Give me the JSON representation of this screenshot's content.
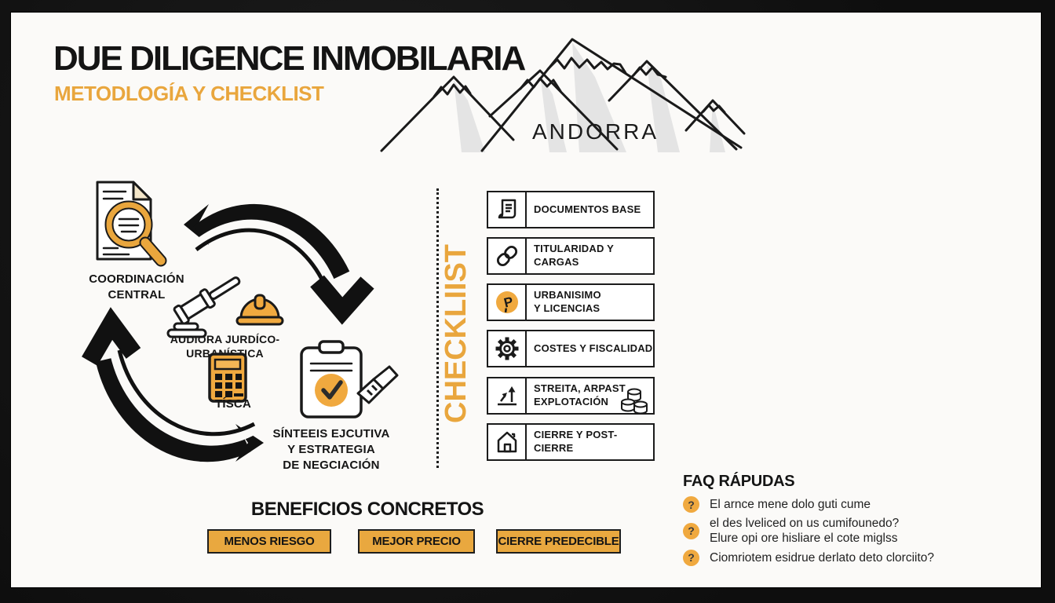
{
  "poster": {
    "title": "DUE DILIGENCE INMOBILARIA",
    "subtitle": "METODLOGÍA Y CHECKLIST",
    "region": "ANDORRA"
  },
  "cycle": {
    "steps": [
      {
        "icon": "document-magnifier-icon",
        "label": "COORDINACIÓN\nCENTRAL"
      },
      {
        "icon": "gavel-icon, hardhat-icon",
        "label": "AUDIORA JURDÍCO-URBANÍSTICA"
      },
      {
        "icon": "calculator-icon",
        "label": "TÍSCA"
      },
      {
        "icon": "clipboard-check-handshake-icon",
        "label": "SÍNTEEIS EJCUTIVA\nY ESTRATEGIA\nDE NEGCIACIÓN"
      }
    ]
  },
  "checklist": {
    "vertical_label": "CHECKLIIST",
    "items": [
      {
        "icon": "scroll-icon",
        "label": "DOCUMENTOS BASE"
      },
      {
        "icon": "chain-icon",
        "label": "TITULARIDAD Y\nCARGAS"
      },
      {
        "icon": "signpost-circle-icon",
        "label": "URBANISIMO\nY LICENCIAS"
      },
      {
        "icon": "gear-icon",
        "label": "COSTES Y FISCALIDAD"
      },
      {
        "icon": "trend-arrows-icon, coins-icon",
        "label": "STREITA, ARPAST\nEXPLOTACIÓN"
      },
      {
        "icon": "house-icon",
        "label": "CIERRE Y POST-CIERRE"
      }
    ]
  },
  "benefits": {
    "title": "BENEFICIOS CONCRETOS",
    "buttons": [
      {
        "label": "MENOS RIESGO"
      },
      {
        "label": "MEJOR PRECIO"
      },
      {
        "label": "CIERRE PREDECIBLE"
      }
    ]
  },
  "faq": {
    "title": "FAQ RÁPUDAS",
    "bullet_glyph": "?",
    "items": [
      {
        "text": "El arnce mene dolo guti cume"
      },
      {
        "text": "el des lveliced on us cumifounedo?\nElure opi ore hisliare el cote miglss"
      },
      {
        "text": "Ciomriotem esidrue derlato deto clorciito?"
      }
    ]
  },
  "colors": {
    "accent_gold": "#E9A63D",
    "ink_black": "#1A1A1A",
    "frame_black": "#101010",
    "canvas_white": "#FBFAF8",
    "shadow_gray": "#E4E4E4"
  }
}
